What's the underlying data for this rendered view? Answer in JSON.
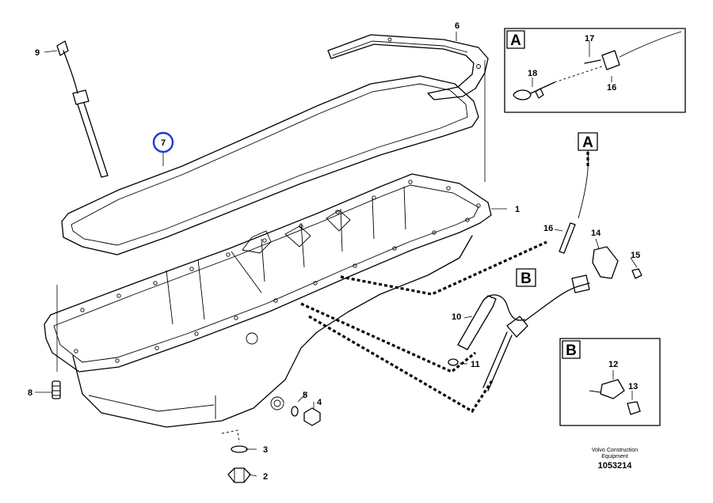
{
  "callouts": {
    "c1": "1",
    "c2": "2",
    "c3": "3",
    "c4": "4",
    "c5": "5",
    "c6": "6",
    "c7": "7",
    "c8": "8",
    "c9": "9",
    "c10": "10",
    "c11": "11",
    "c12": "12",
    "c13": "13",
    "c14": "14",
    "c15": "15",
    "c16": "16",
    "c16b": "16",
    "c17": "17",
    "c18": "18"
  },
  "detail_labels": {
    "a_box": "A",
    "a_ref": "A",
    "b_box": "B",
    "b_ref": "B"
  },
  "caption": {
    "line1": "Volvo Construction",
    "line2": "Equipment"
  },
  "document_number": "1053214",
  "highlight_color": "#1a3ad6"
}
